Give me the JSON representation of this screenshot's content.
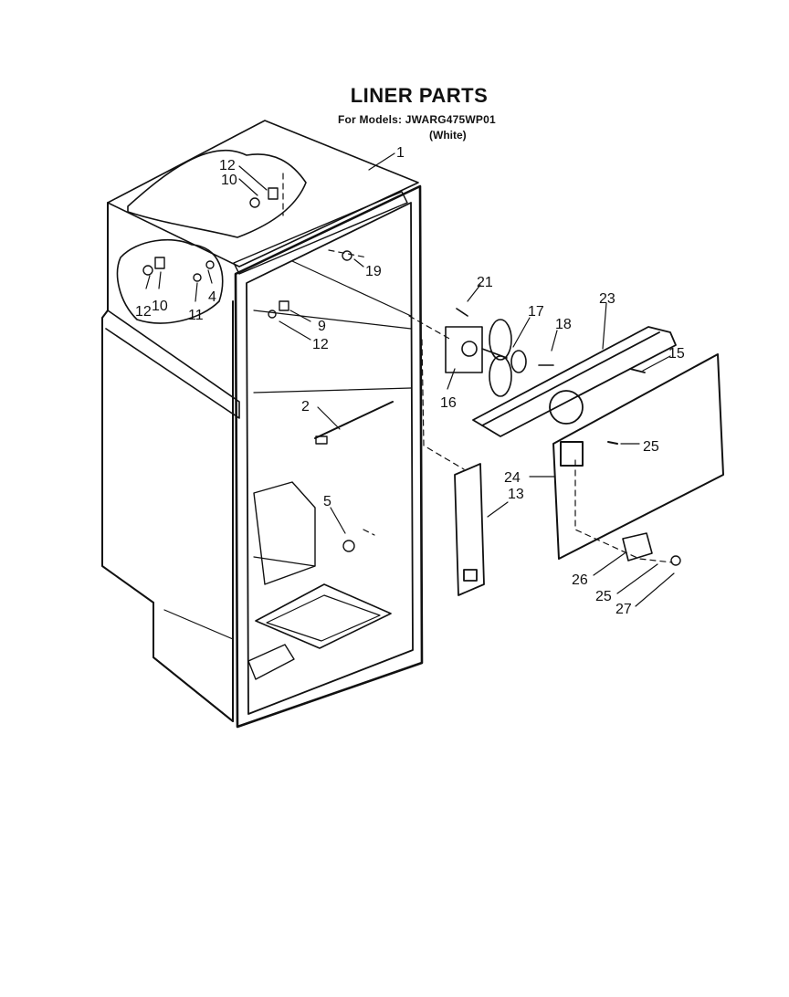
{
  "title": "LINER PARTS",
  "models_line": "For Models: JWARG475WP01",
  "color_line": "(White)",
  "callouts": [
    "1",
    "12",
    "10",
    "12",
    "10",
    "11",
    "4",
    "19",
    "9",
    "12",
    "2",
    "5",
    "21",
    "17",
    "18",
    "23",
    "15",
    "16",
    "25",
    "24",
    "13",
    "26",
    "25",
    "27"
  ]
}
